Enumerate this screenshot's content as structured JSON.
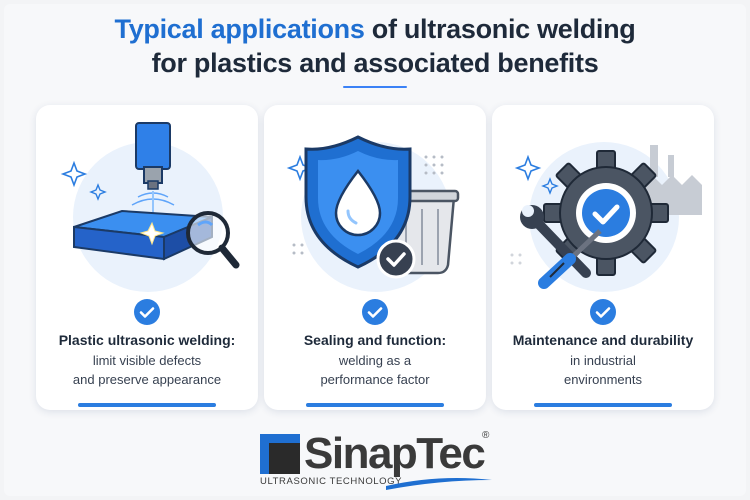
{
  "title": {
    "line1_highlight": "Typical applications",
    "line1_rest": " of ultrasonic welding",
    "line2": "for plastics and associated benefits"
  },
  "colors": {
    "accent": "#1f6fd1",
    "check": "#2b7de0",
    "heading": "#1e2a3a"
  },
  "cards": [
    {
      "icon": "ultrasonic-welding-icon",
      "heading": "Plastic ultrasonic welding:",
      "line1": "limit visible defects",
      "line2": "and preserve appearance"
    },
    {
      "icon": "shield-drop-icon",
      "heading": "Sealing and function:",
      "line1": "welding as a",
      "line2": "performance factor"
    },
    {
      "icon": "gear-tools-icon",
      "heading": "Maintenance and durability",
      "line1": "in industrial",
      "line2": "environments"
    }
  ],
  "logo": {
    "brand": "SinapTec",
    "registered": "®",
    "tagline": "ULTRASONIC TECHNOLOGY"
  }
}
